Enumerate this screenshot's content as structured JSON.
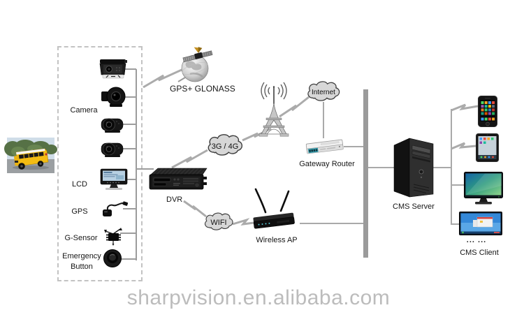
{
  "labels": {
    "camera": "Camera",
    "lcd": "LCD",
    "gps": "GPS",
    "g_sensor": "G-Sensor",
    "emergency_1": "Emergency",
    "emergency_2": "Button",
    "gps_glonass": "GPS+ GLONASS",
    "cloud_3g4g": "3G / 4G",
    "cloud_internet": "Internet",
    "cloud_wifi": "WIFI",
    "gateway_router": "Gateway Router",
    "dvr": "DVR",
    "wireless_ap": "Wireless AP",
    "cms_server": "CMS Server",
    "cms_client": "CMS Client",
    "more_clients": "... ..."
  },
  "watermark": "sharpvision.en.alibaba.com",
  "icons": {
    "bus_photo": "school-bus-photo",
    "camera_rear": "rearview-camera-icon",
    "camera_dome": "dome-camera-icon",
    "camera_side_a": "side-camera-icon",
    "camera_side_b": "side-camera-icon",
    "lcd_monitor": "lcd-monitor-icon",
    "gps_antenna": "gps-antenna-icon",
    "g_sensor_chip": "g-sensor-chip-icon",
    "emergency_button": "emergency-button-icon",
    "satellite": "satellite-globe-icon",
    "cell_tower": "cell-tower-icon",
    "gateway_router": "gateway-router-icon",
    "dvr_unit": "mobile-dvr-icon",
    "wireless_ap": "wireless-ap-icon",
    "cms_server_tower": "server-tower-icon",
    "smartphone": "smartphone-icon",
    "tablet": "tablet-icon",
    "desktop_monitor": "desktop-monitor-icon",
    "wide_display": "widescreen-display-icon"
  },
  "colors": {
    "connector_line": "#a9a9a9",
    "backbone_bar": "#9b9b9b",
    "cloud_fill": "#d7d7d7",
    "cloud_stroke": "#3c3c3c",
    "dashed_border": "#c3c3c3",
    "label_text": "#161616",
    "watermark_text": "#bcbcbc",
    "bus_yellow": "#f3bc13"
  }
}
